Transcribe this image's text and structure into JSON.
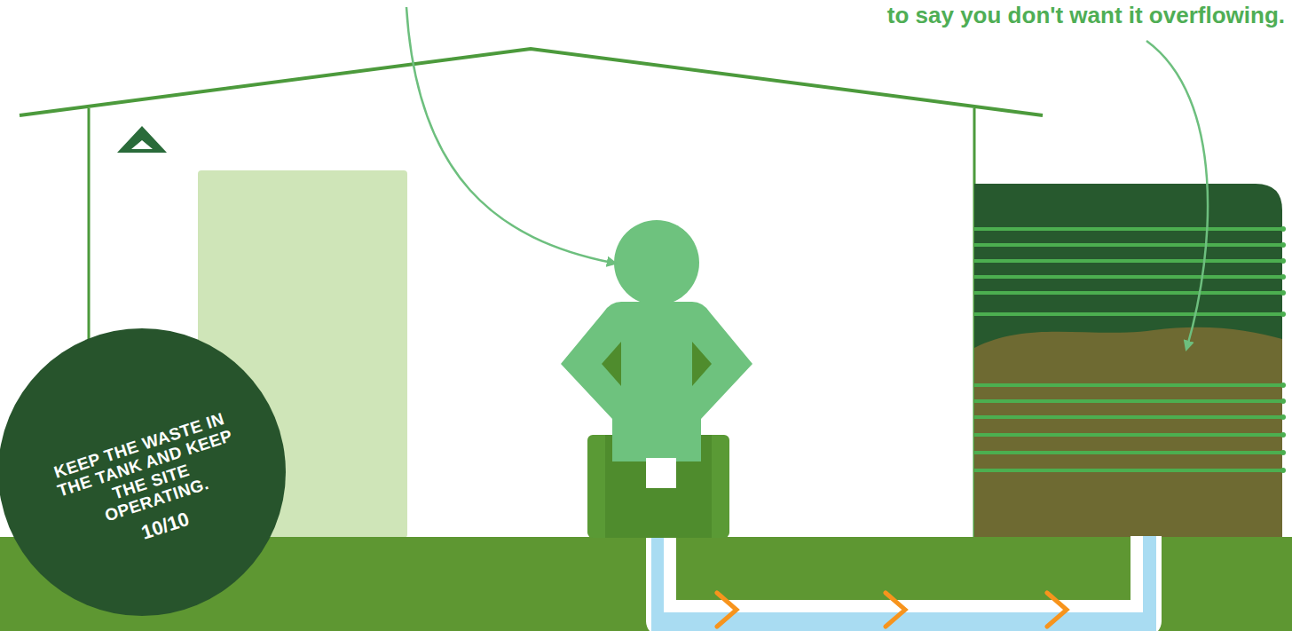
{
  "diagram": {
    "nodes": [
      {
        "text": [
          "KEEP THE WASTE IN THE TANK AND KEEP THE SITE OPERATING.",
          "10/10"
        ]
      }
    ],
    "labels": [
      "to say you don't want it overflowing."
    ]
  }
}
